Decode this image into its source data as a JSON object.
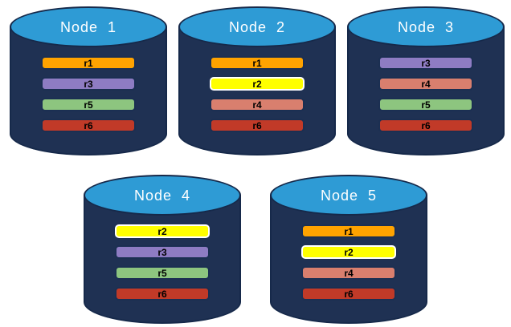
{
  "colors": {
    "cylinder_body": "#1F3153",
    "cylinder_top": "#2E9BD5",
    "outline": "#16294A",
    "page_background": "#FFFFFF",
    "bar_border_default": "#1B2F52",
    "bar_border_highlight": "#FFFFFF",
    "replica_palette": {
      "r1": "#FFA300",
      "r2": "#FFFF00",
      "r3": "#8E7CC3",
      "r4": "#D97F6E",
      "r5": "#8DC57F",
      "r6": "#C13A28"
    }
  },
  "nodes": [
    {
      "label": "Node  1",
      "replicas": [
        {
          "id": "r1",
          "color": "#FFA300",
          "border": "#1B2F52"
        },
        {
          "id": "r3",
          "color": "#8E7CC3",
          "border": "#1B2F52"
        },
        {
          "id": "r5",
          "color": "#8DC57F",
          "border": "#1B2F52"
        },
        {
          "id": "r6",
          "color": "#C13A28",
          "border": "#1B2F52"
        }
      ]
    },
    {
      "label": "Node  2",
      "replicas": [
        {
          "id": "r1",
          "color": "#FFA300",
          "border": "#1B2F52"
        },
        {
          "id": "r2",
          "color": "#FFFF00",
          "border": "#FFFFFF"
        },
        {
          "id": "r4",
          "color": "#D97F6E",
          "border": "#1B2F52"
        },
        {
          "id": "r6",
          "color": "#C13A28",
          "border": "#1B2F52"
        }
      ]
    },
    {
      "label": "Node  3",
      "replicas": [
        {
          "id": "r3",
          "color": "#8E7CC3",
          "border": "#1B2F52"
        },
        {
          "id": "r4",
          "color": "#D97F6E",
          "border": "#1B2F52"
        },
        {
          "id": "r5",
          "color": "#8DC57F",
          "border": "#1B2F52"
        },
        {
          "id": "r6",
          "color": "#C13A28",
          "border": "#1B2F52"
        }
      ]
    },
    {
      "label": "Node  4",
      "replicas": [
        {
          "id": "r2",
          "color": "#FFFF00",
          "border": "#FFFFFF"
        },
        {
          "id": "r3",
          "color": "#8E7CC3",
          "border": "#1B2F52"
        },
        {
          "id": "r5",
          "color": "#8DC57F",
          "border": "#1B2F52"
        },
        {
          "id": "r6",
          "color": "#C13A28",
          "border": "#1B2F52"
        }
      ]
    },
    {
      "label": "Node  5",
      "replicas": [
        {
          "id": "r1",
          "color": "#FFA300",
          "border": "#1B2F52"
        },
        {
          "id": "r2",
          "color": "#FFFF00",
          "border": "#FFFFFF"
        },
        {
          "id": "r4",
          "color": "#D97F6E",
          "border": "#1B2F52"
        },
        {
          "id": "r6",
          "color": "#C13A28",
          "border": "#1B2F52"
        }
      ]
    }
  ]
}
